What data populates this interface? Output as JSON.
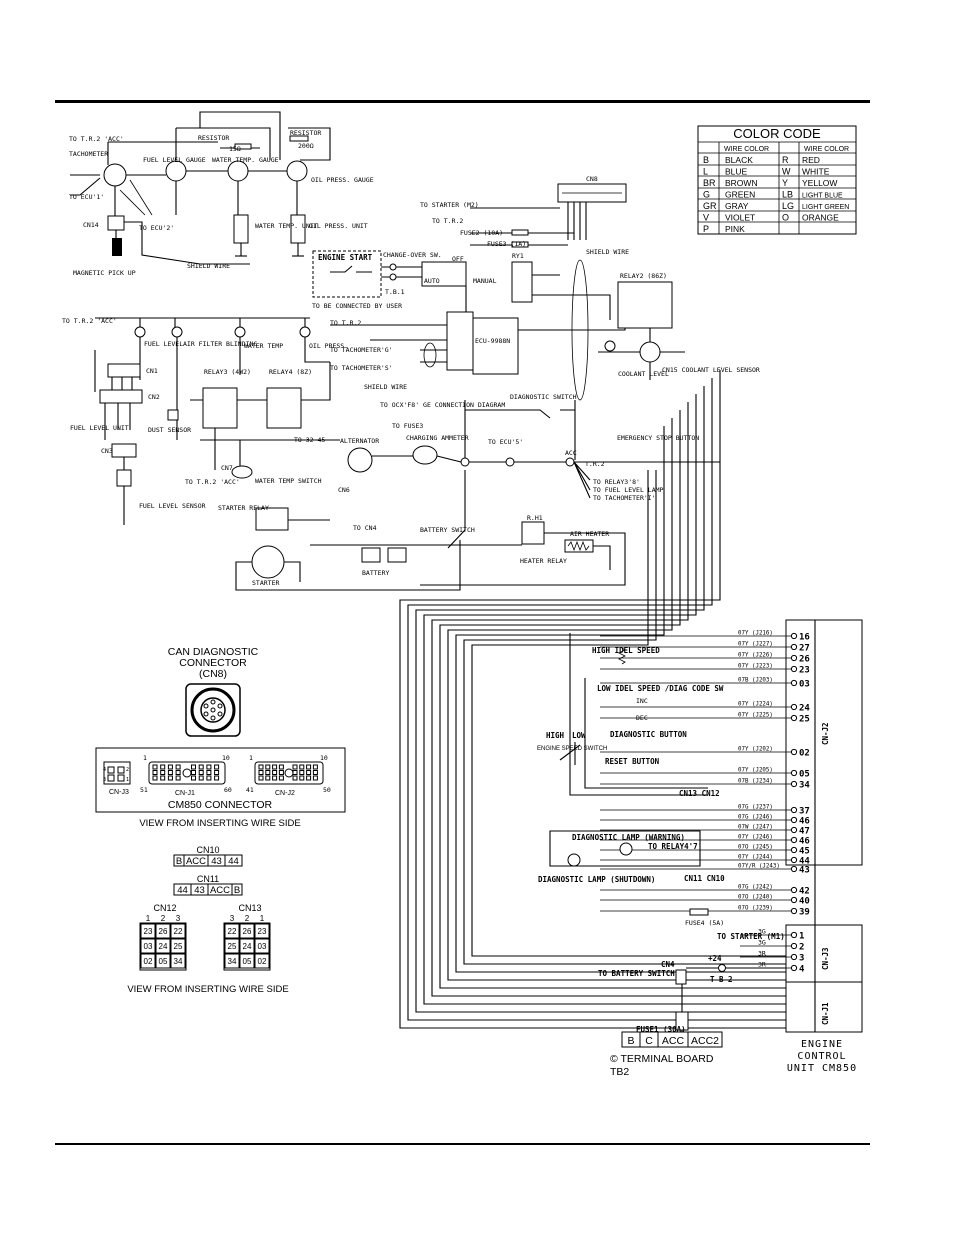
{
  "color_code": {
    "title": "COLOR CODE",
    "header": "WIRE COLOR",
    "left": [
      [
        "B",
        "BLACK"
      ],
      [
        "L",
        "BLUE"
      ],
      [
        "BR",
        "BROWN"
      ],
      [
        "G",
        "GREEN"
      ],
      [
        "GR",
        "GRAY"
      ],
      [
        "V",
        "VIOLET"
      ],
      [
        "P",
        "PINK"
      ]
    ],
    "right": [
      [
        "R",
        "RED"
      ],
      [
        "W",
        "WHITE"
      ],
      [
        "Y",
        "YELLOW"
      ],
      [
        "LB",
        "LIGHT BLUE"
      ],
      [
        "LG",
        "LIGHT GREEN"
      ],
      [
        "O",
        "ORANGE"
      ]
    ]
  },
  "top": {
    "tachometer": "TACHOMETER",
    "to_tr2_acc": "TO T.R.2 'ACC'",
    "to_ecu1": "TO ECU'1'",
    "to_ecu2": "TO ECU'2'",
    "resistor1": "RESISTOR",
    "resistor1_val": "15Ω",
    "resistor2": "RESISTOR",
    "resistor2_val": "200Ω",
    "fuel_level_gauge": "FUEL LEVEL GAUGE",
    "water_temp_gauge": "WATER TEMP. GAUGE",
    "oil_press_gauge": "OIL PRESS. GAUGE",
    "water_temp_unit": "WATER TEMP. UNIT",
    "oil_press_unit": "OIL PRESS. UNIT",
    "cn14": "CN14",
    "magnetic_pickup": "MAGNETIC PICK UP",
    "shield_wire": "SHIELD WIRE",
    "cn8": "CN8",
    "to_starter_m2": "TO STARTER (M2)",
    "to_tr2": "TO T.R.2",
    "fuse3": "FUSE3 (1A)",
    "fuse2": "FUSE2 (10A)",
    "auto_manual": "AUTO-MANUAL CHANGE-OVER SW.",
    "engine_start": "ENGINE START",
    "auto": "AUTO",
    "manual": "MANUAL",
    "off": "OFF",
    "tb1": "T.B.1",
    "to_be_connected": "TO BE CONNECTED BY USER",
    "ry1": "RY1",
    "ecu": "ECU-9988N",
    "shield_wire2": "SHIELD WIRE",
    "relay2": "RELAY2 (86Z)",
    "coolant_level": "COOLANT LEVEL",
    "cn15": "CN15 COOLANT LEVEL SENSOR"
  },
  "mid": {
    "to_tr2_acc": "TO T.R.2 'ACC'",
    "fuel_level": "FUEL LEVEL",
    "air_filter": "AIR FILTER BLINDING",
    "water_temp": "WATER TEMP",
    "oil_press": "OIL PRESS.",
    "to_tr2": "TO T.R.2",
    "cn1": "CN1",
    "cn2": "CN2",
    "cn3": "CN3",
    "cn7": "CN7",
    "relay3": "RELAY3 (4W2)",
    "relay4": "RELAY4 (8Z)",
    "to_tachometer_g": "TO TACHOMETER'G'",
    "to_tachometer_s": "TO TACHOMETER'S'",
    "shield_wire": "SHIELD WIRE",
    "fuel_level_unit": "FUEL LEVEL UNIT",
    "dust_sensor": "DUST SENSOR",
    "to_32_45": "TO 32·45",
    "to_tr2_acc2": "TO T.R.2 'ACC'",
    "water_temp_switch": "WATER TEMP SWITCH",
    "fuel_level_sensor": "FUEL LEVEL SENSOR",
    "to_ocx": "TO OCX'F8' GE CONNECTION DIAGRAM",
    "to_fuse3": "TO FUSE3",
    "diagnostic_switch": "DIAGNOSTIC SWITCH",
    "alternator": "ALTERNATOR",
    "charging_ammeter": "CHARGING AMMETER",
    "to_ecu5": "TO ECU'5'",
    "emergency_stop": "EMERGENCY STOP BUTTON",
    "tr2": "T.R.2",
    "acc": "ACC",
    "to_relay3": "TO RELAY3'8'",
    "to_fuel_lamp": "TO FUEL LEVEL LAMP",
    "to_tach_i": "TO TACHOMETER'I'",
    "cn6": "CN6",
    "starter_relay": "STARTER RELAY",
    "to_cn4": "TO CN4",
    "battery_switch": "BATTERY SWITCH",
    "starter": "STARTER",
    "battery": "BATTERY",
    "heater_relay": "HEATER RELAY",
    "air_heater": "AIR HEATER",
    "rh1": "R.H1"
  },
  "can": {
    "title1": "CAN DIAGNOSTIC",
    "title2": "CONNECTOR",
    "title3": "(CN8)"
  },
  "cm850": {
    "cnj3": "CN-J3",
    "cnj1": "CN-J1",
    "cnj2": "CN-J2",
    "pin1": "1",
    "pin10": "10",
    "pin51": "51",
    "pin60": "60",
    "pin1b": "1",
    "pin10b": "10",
    "pin41": "41",
    "pin50": "50",
    "j3_4": "4",
    "j3_3": "3",
    "j3_2": "2",
    "j3_1": "1",
    "label": "CM850 CONNECTOR",
    "view": "VIEW FROM INSERTING WIRE SIDE"
  },
  "cn10": {
    "label": "CN10",
    "cells": [
      "B",
      "ACC",
      "43",
      "44"
    ]
  },
  "cn11": {
    "label": "CN11",
    "cells": [
      "44",
      "43",
      "ACC",
      "B"
    ]
  },
  "cn12": {
    "label": "CN12",
    "nums": [
      "1",
      "2",
      "3"
    ],
    "grid": [
      [
        "23",
        "26",
        "22"
      ],
      [
        "03",
        "24",
        "25"
      ],
      [
        "02",
        "05",
        "34"
      ]
    ]
  },
  "cn13": {
    "label": "CN13",
    "nums": [
      "3",
      "2",
      "1"
    ],
    "grid": [
      [
        "22",
        "26",
        "23"
      ],
      [
        "25",
        "24",
        "03"
      ],
      [
        "34",
        "05",
        "02"
      ]
    ]
  },
  "view2": "VIEW FROM INSERTING WIRE SIDE",
  "ecu_right": {
    "high_idle": "HIGH IDEL SPEED",
    "low_idle": "LOW IDEL SPEED /DIAG CODE SW",
    "diag_button": "DIAGNOSTIC BUTTON",
    "reset_button": "RESET BUTTON",
    "high": "HIGH",
    "low": "LOW",
    "engine_speed_switch": "ENGINE SPEED SWITCH",
    "inc": "INC",
    "dec": "DEC",
    "cn13cn12": "CN13 CN12",
    "diag_lamp_warning": "DIAGNOSTIC LAMP (WARNING)",
    "to_relay4_7": "TO RELAY4'7'",
    "diag_lamp_shutdown": "DIAGNOSTIC LAMP (SHUTDOWN)",
    "cn11cn10": "CN11 CN10",
    "fuse4": "FUSE4 (5A)",
    "to_starter_m1": "TO STARTER (M1)",
    "cn4": "CN4",
    "plus24": "+24",
    "tb2": "T B 2",
    "to_battery_switch": "TO BATTERY SWITCH",
    "fuse1": "FUSE1 (30A)",
    "pins": [
      "16",
      "27",
      "26",
      "23",
      "03",
      "24",
      "25",
      "02",
      "05",
      "34",
      "37",
      "46",
      "47",
      "46",
      "45",
      "44",
      "43",
      "42",
      "40",
      "39"
    ],
    "wires": [
      "07Y (J216)",
      "07Y (J227)",
      "07Y (J226)",
      "07Y (J223)",
      "07B (J203)",
      "07Y (J224)",
      "07Y (J225)",
      "07Y (J202)",
      "07Y (J205)",
      "07B (J234)",
      "07G (J237)",
      "07G (J246)",
      "07W (J247)",
      "07Y (J246)",
      "07O (J245)",
      "07Y (J244)",
      "07Y/R (J243)",
      "07G (J242)",
      "07O (J240)",
      "07O (J239)"
    ],
    "j3_pins": [
      "1",
      "2",
      "3",
      "4"
    ],
    "j3_wires": [
      "3G",
      "3G",
      "3R",
      "3R"
    ],
    "cn_j2": "CN-J2",
    "cn_j3": "CN-J3",
    "cn_j1": "CN-J1",
    "ecu_label1": "ENGINE",
    "ecu_label2": "CONTROL",
    "ecu_label3": "UNIT CM850"
  },
  "tb2_board": {
    "cells": [
      "B",
      "C",
      "ACC",
      "ACC2"
    ],
    "label1": "© TERMINAL BOARD",
    "label2": "TB2"
  }
}
